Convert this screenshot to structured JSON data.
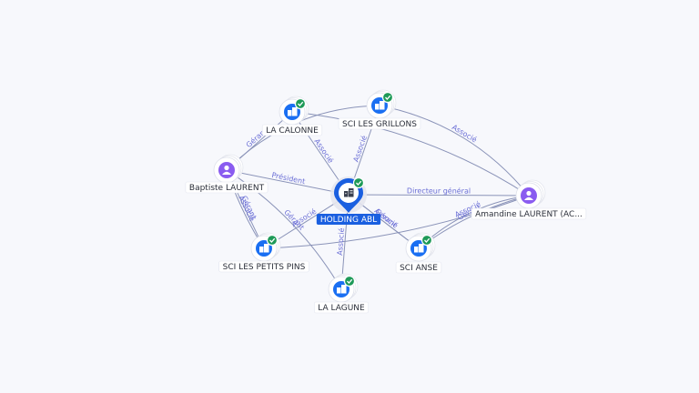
{
  "colors": {
    "company": "#1a6ff2",
    "person": "#8a5cf0",
    "check": "#1e9a58",
    "center": "#1a5fe0",
    "edge": "#8a93b8",
    "edge_label": "#6b6fd6"
  },
  "nodes": [
    {
      "id": "holding",
      "label": "HOLDING ABL",
      "kind": "center",
      "icon": "building-icon",
      "verified": true
    },
    {
      "id": "calonne",
      "label": "LA CALONNE",
      "kind": "company",
      "icon": "building-icon",
      "verified": true
    },
    {
      "id": "grillons",
      "label": "SCI LES GRILLONS",
      "kind": "company",
      "icon": "building-icon",
      "verified": true
    },
    {
      "id": "baptiste",
      "label": "Baptiste LAURENT",
      "kind": "person",
      "icon": "person-icon",
      "verified": false
    },
    {
      "id": "amandine",
      "label": "Amandine LAURENT (AC...",
      "kind": "person",
      "icon": "person-icon",
      "verified": false
    },
    {
      "id": "petitspins",
      "label": "SCI LES PETITS PINS",
      "kind": "company",
      "icon": "building-icon",
      "verified": true
    },
    {
      "id": "anse",
      "label": "SCI ANSE",
      "kind": "company",
      "icon": "building-icon",
      "verified": true
    },
    {
      "id": "lagune",
      "label": "LA LAGUNE",
      "kind": "company",
      "icon": "building-icon",
      "verified": true
    }
  ],
  "edges": [
    {
      "from": "baptiste",
      "to": "holding",
      "label": "Président"
    },
    {
      "from": "baptiste",
      "to": "calonne",
      "label": "Gérant"
    },
    {
      "from": "baptiste",
      "to": "petitspins",
      "label": "Gérant"
    },
    {
      "from": "baptiste",
      "to": "petitspins",
      "label": "Associé"
    },
    {
      "from": "baptiste",
      "to": "lagune",
      "label": "Gérant"
    },
    {
      "from": "baptiste",
      "to": "grillons",
      "label": ""
    },
    {
      "from": "holding",
      "to": "calonne",
      "label": "Associé"
    },
    {
      "from": "holding",
      "to": "grillons",
      "label": "Associé"
    },
    {
      "from": "holding",
      "to": "petitspins",
      "label": "Associé"
    },
    {
      "from": "holding",
      "to": "anse",
      "label": "Associé"
    },
    {
      "from": "holding",
      "to": "lagune",
      "label": "Associé"
    },
    {
      "from": "amandine",
      "to": "holding",
      "label": "Directeur général"
    },
    {
      "from": "amandine",
      "to": "grillons",
      "label": "Associé"
    },
    {
      "from": "amandine",
      "to": "calonne",
      "label": ""
    },
    {
      "from": "amandine",
      "to": "anse",
      "label": "Gérant"
    },
    {
      "from": "amandine",
      "to": "anse",
      "label": "Associé"
    },
    {
      "from": "amandine",
      "to": "petitspins",
      "label": ""
    },
    {
      "from": "anse",
      "to": "holding",
      "label": "Gérant"
    }
  ]
}
